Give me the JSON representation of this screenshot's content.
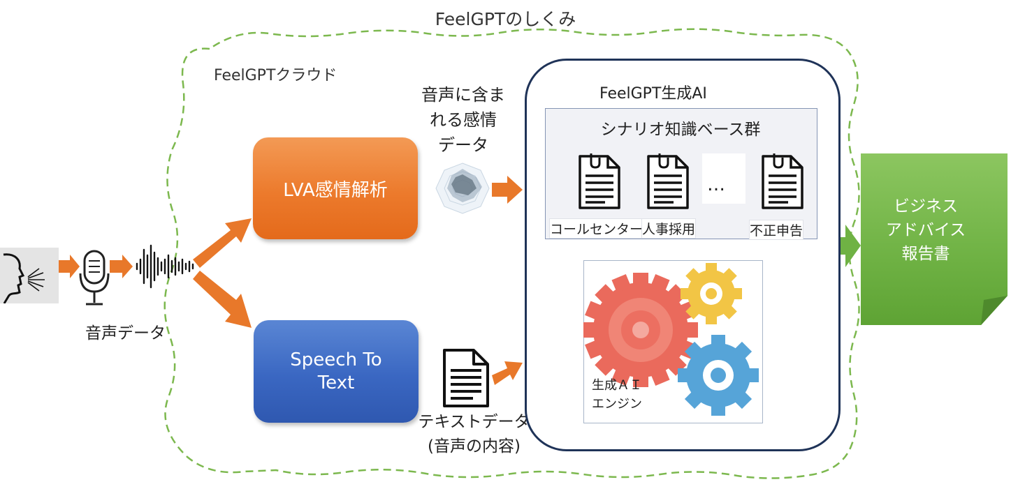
{
  "title": "FeelGPTのしくみ",
  "cloud": {
    "label": "FeelGPTクラウド"
  },
  "input": {
    "voice_data_label": "音声データ"
  },
  "lva": {
    "label": "LVA感情解析"
  },
  "emotion": {
    "line1": "音声に含ま",
    "line2": "れる感情",
    "line3": "データ"
  },
  "stt": {
    "line1": "Speech To",
    "line2": "Text"
  },
  "text_data": {
    "line1": "テキストデータ",
    "line2": "(音声の内容)"
  },
  "genai": {
    "label": "FeelGPT生成AI",
    "knowledge_base_title": "シナリオ知識ベース群",
    "docs": [
      "コールセンター",
      "人事採用",
      "不正申告"
    ],
    "ellipsis": "…",
    "engine_line1": "生成ＡＩ",
    "engine_line2": "エンジン"
  },
  "report": {
    "line1": "ビジネス",
    "line2": "アドバイス",
    "line3": "報告書"
  },
  "colors": {
    "orange_arrow": "#e8782a",
    "lva_box": "#ec7a2c",
    "stt_box": "#3a67c2",
    "cloud_border": "#7cb84e",
    "genai_border": "#1f3358",
    "report": "#6fb244",
    "gear_red": "#ea6a5c",
    "gear_yellow": "#f2c545",
    "gear_blue": "#56a4d8"
  }
}
